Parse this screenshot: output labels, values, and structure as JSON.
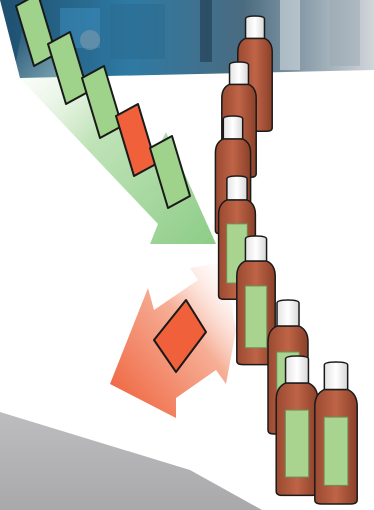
{
  "scene": {
    "background_photo": "industrial-bottling-machinery-photo",
    "photo_colors": [
      "#2e6f93",
      "#6f8799",
      "#c8d0d6"
    ],
    "floor_color": "#b3b3b5"
  },
  "labels_incoming": {
    "states": [
      "good",
      "good",
      "good",
      "bad",
      "good"
    ]
  },
  "rejected_label": {
    "state": "bad"
  },
  "bottles": {
    "count": 8,
    "labeled_count": 5,
    "body_color": "#b45a3e",
    "cap_color": "#f2f2f2",
    "label_color": "#a8d48f"
  },
  "colors": {
    "good_label": "#9fd28b",
    "bad_label": "#f0603a",
    "incoming_arrow": "#9fd39a",
    "reject_arrow": "#ee5a33",
    "outline": "#1a1a1a"
  }
}
